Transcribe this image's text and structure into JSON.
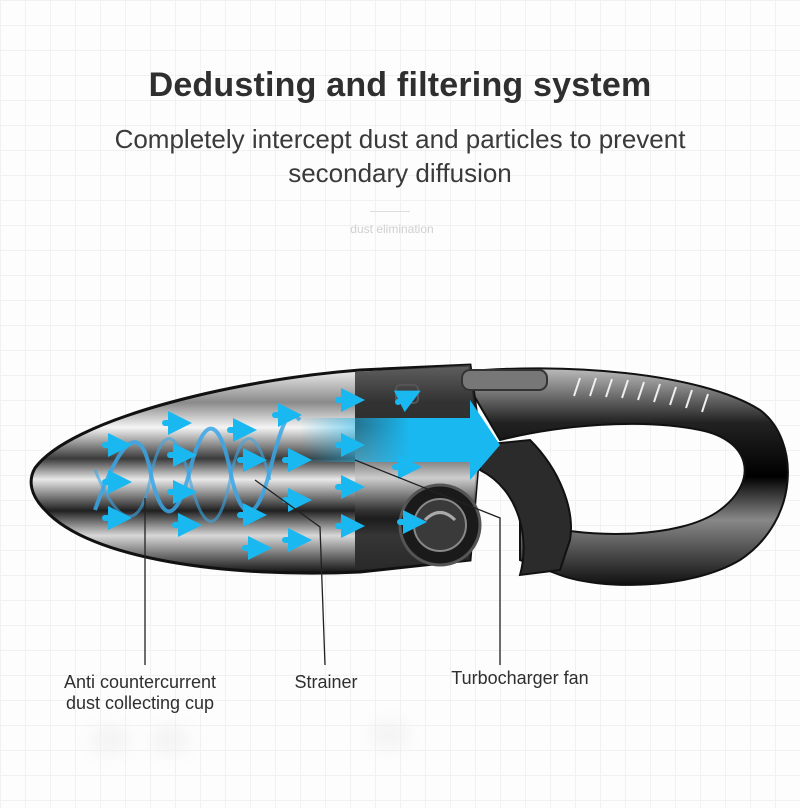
{
  "header": {
    "title": "Dedusting and filtering system",
    "subtitle_line1": "Completely intercept dust and particles to prevent",
    "subtitle_line2": "secondary diffusion",
    "faint_label": "dust elimination"
  },
  "product": {
    "name": "handheld-vacuum-cutaway",
    "accent_color": "#1ab8f0",
    "body_color": "#1a1a1a"
  },
  "callouts": [
    {
      "line1": "Anti countercurrent",
      "line2": "dust collecting cup"
    },
    {
      "line1": "Strainer"
    },
    {
      "line1": "Turbocharger fan"
    }
  ]
}
